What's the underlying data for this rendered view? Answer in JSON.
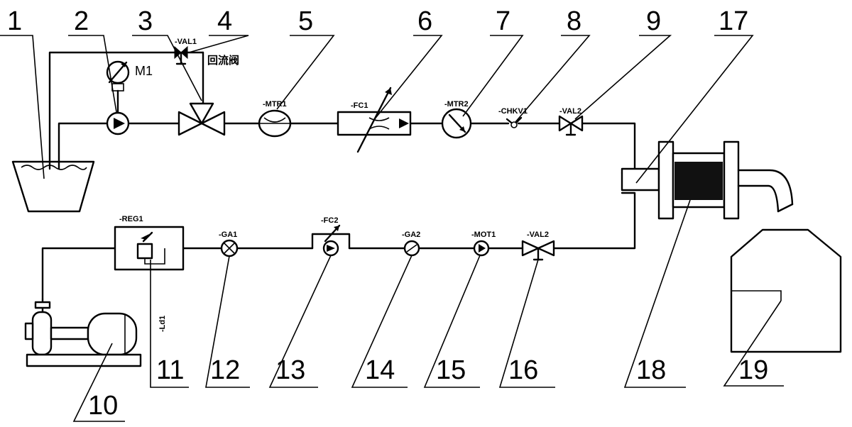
{
  "callout_numbers": {
    "n1": "1",
    "n2": "2",
    "n3": "3",
    "n4": "4",
    "n5": "5",
    "n6": "6",
    "n7": "7",
    "n8": "8",
    "n9": "9",
    "n17": "17",
    "n10": "10",
    "n11": "11",
    "n12": "12",
    "n13": "13",
    "n14": "14",
    "n15": "15",
    "n16": "16",
    "n18": "18",
    "n19": "19"
  },
  "component_tags": {
    "m1": "M1",
    "val1": "-VAL1",
    "return_valve": "回流阀",
    "mtr1": "-MTR1",
    "fc1": "-FC1",
    "mtr2": "-MTR2",
    "chkv1": "-CHKV1",
    "val2_top": "-VAL2",
    "reg1": "-REG1",
    "ga1": "-GA1",
    "fc2": "-FC2",
    "ga2": "-GA2",
    "mot1": "-MOT1",
    "val2_bottom": "-VAL2",
    "ld1": "-Ld1"
  }
}
